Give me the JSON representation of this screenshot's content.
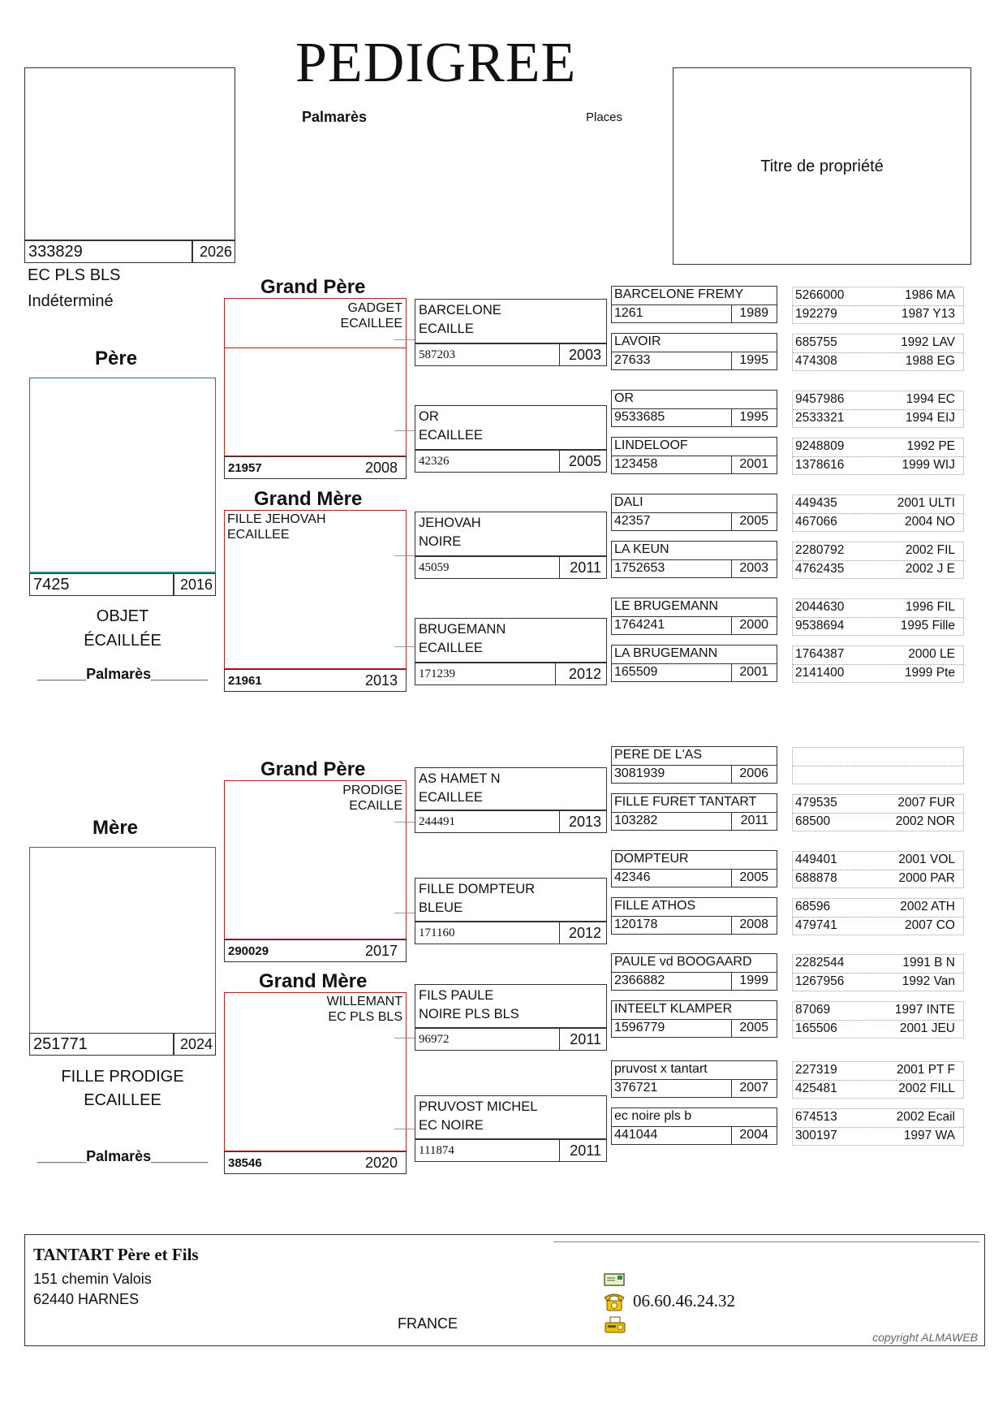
{
  "header": {
    "title": "PEDIGREE",
    "palmares_label": "Palmarès",
    "places_label": "Places",
    "ownership_label": "Titre de propriété"
  },
  "subject": {
    "ring": "333829",
    "year": "2026",
    "color": "EC PLS BLS",
    "sex": "Indéterminé"
  },
  "father": {
    "label": "Père",
    "ring": "7425",
    "year": "2016",
    "name_line1": "OBJET",
    "name_line2": "ÉCAILLÉE",
    "palmares": "______Palmarès_______",
    "grandfather": {
      "label": "Grand Père",
      "name_line1": "GADGET",
      "name_line2": "ECAILLEE",
      "ring": "21957",
      "year": "2008",
      "father": {
        "line1": "BARCELONE",
        "line2": "ECAILLE",
        "ring": "587203",
        "year": "2003"
      },
      "mother": {
        "line1": "OR",
        "line2": "ECAILLEE",
        "ring": "42326",
        "year": "2005"
      }
    },
    "grandmother": {
      "label": "Grand Mère",
      "name_line1": "FILLE JEHOVAH",
      "name_line2": "ECAILLEE",
      "ring": "21961",
      "year": "2013",
      "father": {
        "line1": "JEHOVAH",
        "line2": "NOIRE",
        "ring": "45059",
        "year": "2011"
      },
      "mother": {
        "line1": "BRUGEMANN",
        "line2": "ECAILLEE",
        "ring": "171239",
        "year": "2012"
      }
    }
  },
  "mother": {
    "label": "Mère",
    "ring": "251771",
    "year": "2024",
    "name_line1": "FILLE PRODIGE",
    "name_line2": "ECAILLEE",
    "palmares": "______Palmarès_______",
    "grandfather": {
      "label": "Grand Père",
      "name_line1": "PRODIGE",
      "name_line2": "ECAILLE",
      "ring": "290029",
      "year": "2017",
      "father": {
        "line1": "AS HAMET N",
        "line2": "ECAILLEE",
        "ring": "244491",
        "year": "2013"
      },
      "mother": {
        "line1": "FILLE DOMPTEUR",
        "line2": "BLEUE",
        "ring": "171160",
        "year": "2012"
      }
    },
    "grandmother": {
      "label": "Grand Mère",
      "name_line1": "WILLEMANT",
      "name_line2": "EC PLS BLS",
      "ring": "38546",
      "year": "2020",
      "father": {
        "line1": "FILS PAULE",
        "line2": "NOIRE PLS BLS",
        "ring": "96972",
        "year": "2011"
      },
      "mother": {
        "line1": "PRUVOST MICHEL",
        "line2": "EC NOIRE",
        "ring": "111874",
        "year": "2011"
      }
    }
  },
  "ancestors": [
    {
      "name": "BARCELONE FREMY",
      "ring": "1261",
      "year": "1989",
      "p1": "5266000",
      "p1y": "1986 MA",
      "p2": "192279",
      "p2y": "1987 Y13"
    },
    {
      "name": "LAVOIR",
      "ring": "27633",
      "year": "1995",
      "p1": "685755",
      "p1y": "1992 LAV",
      "p2": "474308",
      "p2y": "1988 EG"
    },
    {
      "name": "OR",
      "ring": "9533685",
      "year": "1995",
      "p1": "9457986",
      "p1y": "1994 EC",
      "p2": "2533321",
      "p2y": "1994 EIJ"
    },
    {
      "name": "LINDELOOF",
      "ring": "123458",
      "year": "2001",
      "p1": "9248809",
      "p1y": "1992 PE",
      "p2": "1378616",
      "p2y": "1999 WIJ"
    },
    {
      "name": "DALI",
      "ring": "42357",
      "year": "2005",
      "p1": "449435",
      "p1y": "2001 ULTI",
      "p2": "467066",
      "p2y": "2004 NO"
    },
    {
      "name": "LA KEUN",
      "ring": "1752653",
      "year": "2003",
      "p1": "2280792",
      "p1y": "2002 FIL",
      "p2": "4762435",
      "p2y": "2002 J E"
    },
    {
      "name": "LE BRUGEMANN",
      "ring": "1764241",
      "year": "2000",
      "p1": "2044630",
      "p1y": "1996 FIL",
      "p2": "9538694",
      "p2y": "1995 Fille"
    },
    {
      "name": "LA BRUGEMANN",
      "ring": "165509",
      "year": "2001",
      "p1": "1764387",
      "p1y": "2000 LE",
      "p2": "2141400",
      "p2y": "1999 Pte"
    },
    {
      "name": "PERE DE L'AS",
      "ring": "3081939",
      "year": "2006",
      "p1": "",
      "p1y": "",
      "p2": "",
      "p2y": ""
    },
    {
      "name": "FILLE FURET TANTART",
      "ring": "103282",
      "year": "2011",
      "p1": "479535",
      "p1y": "2007 FUR",
      "p2": "68500",
      "p2y": "2002 NOR"
    },
    {
      "name": "DOMPTEUR",
      "ring": "42346",
      "year": "2005",
      "p1": "449401",
      "p1y": "2001 VOL",
      "p2": "688878",
      "p2y": "2000 PAR"
    },
    {
      "name": "FILLE ATHOS",
      "ring": "120178",
      "year": "2008",
      "p1": "68596",
      "p1y": "2002 ATH",
      "p2": "479741",
      "p2y": "2007 CO"
    },
    {
      "name": "PAULE vd BOOGAARD",
      "ring": "2366882",
      "year": "1999",
      "p1": "2282544",
      "p1y": "1991 B N",
      "p2": "1267956",
      "p2y": "1992 Van"
    },
    {
      "name": "INTEELT KLAMPER",
      "ring": "1596779",
      "year": "2005",
      "p1": "87069",
      "p1y": "1997 INTE",
      "p2": "165506",
      "p2y": "2001 JEU"
    },
    {
      "name": "pruvost x tantart",
      "ring": "376721",
      "year": "2007",
      "p1": "227319",
      "p1y": "2001 PT F",
      "p2": "425481",
      "p2y": "2002 FILL"
    },
    {
      "name": "ec noire pls b",
      "ring": "441044",
      "year": "2004",
      "p1": "674513",
      "p1y": "2002 Ecail",
      "p2": "300197",
      "p2y": "1997 WA"
    }
  ],
  "footer": {
    "owner": "TANTART Père et Fils",
    "address1": "151 chemin Valois",
    "address2": "62440 HARNES",
    "country": "FRANCE",
    "phone": "06.60.46.24.32",
    "copyright": "copyright ALMAWEB",
    "icons": [
      "email-icon",
      "phone-icon",
      "fax-icon"
    ]
  }
}
